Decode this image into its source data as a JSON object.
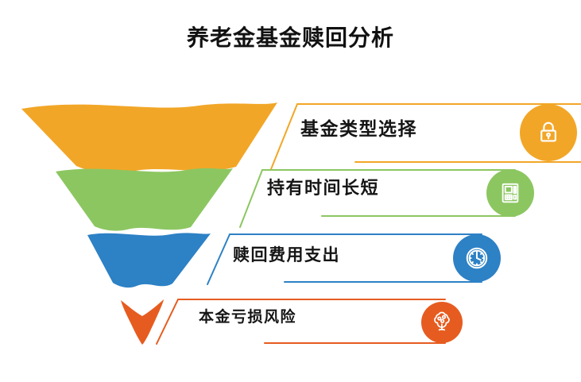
{
  "title": "养老金基金赎回分析",
  "steps": [
    {
      "label": "基金类型选择",
      "color": "#F2A627",
      "icon": "lock-icon"
    },
    {
      "label": "持有时间长短",
      "color": "#8CC661",
      "icon": "atm-machine-icon"
    },
    {
      "label": "赎回费用支出",
      "color": "#2D81C5",
      "icon": "clock-icon"
    },
    {
      "label": "本金亏损风险",
      "color": "#E65C20",
      "icon": "money-tree-icon"
    }
  ]
}
